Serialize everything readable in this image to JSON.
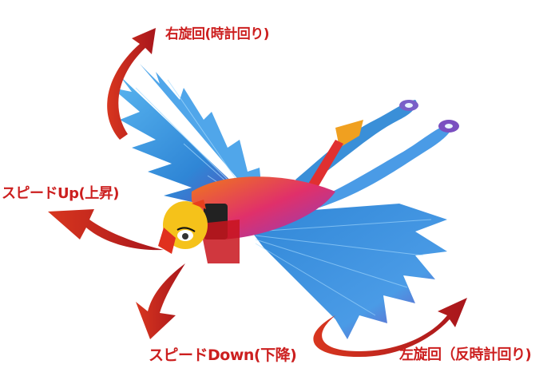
{
  "image": {
    "subject": "robotic flapping bird toy with control direction arrows",
    "colors": {
      "arrow_red": "#cc2a1e",
      "label_red": "#cc1f1f",
      "wing_blue": "#3a8fd8",
      "wing_purple": "#6a3fb0",
      "head_yellow": "#f5c21a",
      "background": "#ffffff"
    }
  },
  "labels": {
    "right_turn": "右旋回(時計回り)",
    "speed_up": "スピードUp(上昇)",
    "speed_down": "スピードDown(下降)",
    "left_turn": "左旋回（反時計回り)"
  },
  "arrows": [
    {
      "name": "right-turn-arrow",
      "direction": "up-clockwise"
    },
    {
      "name": "speed-up-arrow",
      "direction": "up-left"
    },
    {
      "name": "speed-down-arrow",
      "direction": "down-left"
    },
    {
      "name": "left-turn-arrow",
      "direction": "right-counterclockwise"
    }
  ]
}
